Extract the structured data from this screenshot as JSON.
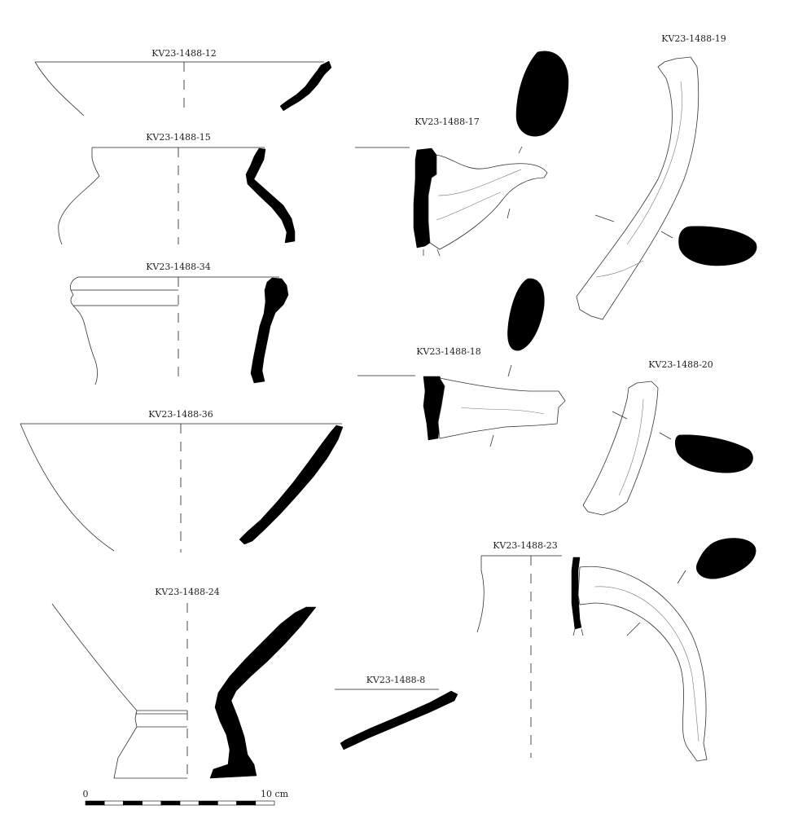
{
  "plate": {
    "sherds": [
      {
        "id": "KV23-1488-12"
      },
      {
        "id": "KV23-1488-15"
      },
      {
        "id": "KV23-1488-34"
      },
      {
        "id": "KV23-1488-36"
      },
      {
        "id": "KV23-1488-24"
      },
      {
        "id": "KV23-1488-17"
      },
      {
        "id": "KV23-1488-18"
      },
      {
        "id": "KV23-1488-19"
      },
      {
        "id": "KV23-1488-20"
      },
      {
        "id": "KV23-1488-23"
      },
      {
        "id": "KV23-1488-8"
      }
    ],
    "scale": {
      "min_label": "0",
      "max_label": "10 cm",
      "segments": 10
    }
  }
}
